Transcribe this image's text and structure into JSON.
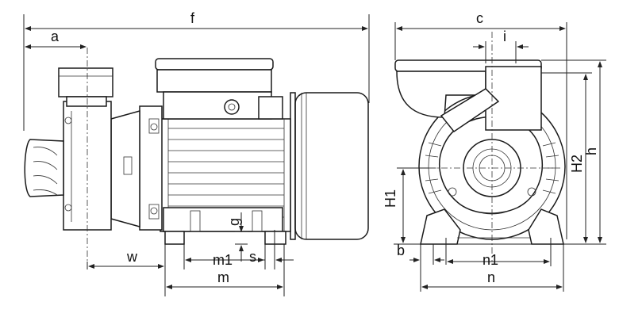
{
  "diagram": {
    "labels": {
      "f": "f",
      "a": "a",
      "c": "c",
      "i": "i",
      "g": "g",
      "w": "w",
      "m1": "m1",
      "s": "s",
      "m": "m",
      "H1": "H1",
      "H2": "H2",
      "h": "h",
      "b": "b",
      "n1": "n1",
      "n": "n"
    }
  },
  "colors": {
    "line": "#1a1a1a",
    "background": "#ffffff"
  }
}
